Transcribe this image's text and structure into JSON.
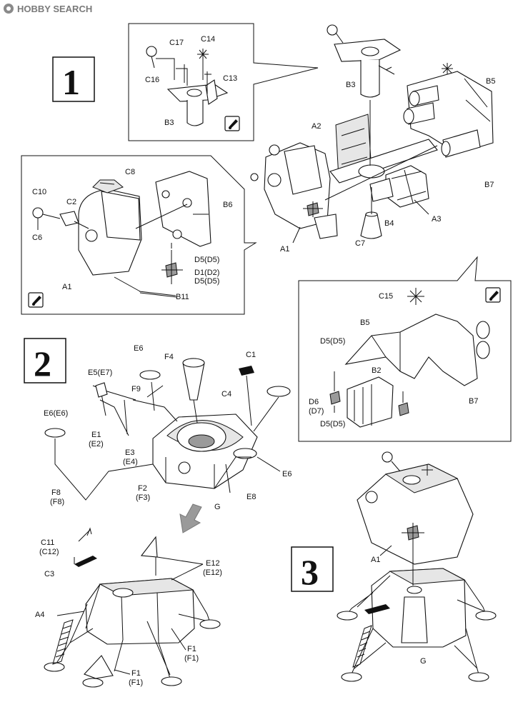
{
  "watermark": {
    "brand": "HOBBY SEARCH",
    "icon": "hobby-search-logo-icon"
  },
  "steps": [
    {
      "number": "1"
    },
    {
      "number": "2"
    },
    {
      "number": "3"
    }
  ],
  "labels": {
    "C17": "C17",
    "C14": "C14",
    "C16": "C16",
    "C13": "C13",
    "B3a": "B3",
    "B3b": "B3",
    "A2": "A2",
    "B5a": "B5",
    "B7a": "B7",
    "B4": "B4",
    "A3": "A3",
    "C7": "C7",
    "A1a": "A1",
    "C8": "C8",
    "C10": "C10",
    "C2": "C2",
    "C6": "C6",
    "B6": "B6",
    "A1b": "A1",
    "D5a": "D5(D5)",
    "D1": "D1(D2)",
    "D5b": "D5(D5)",
    "B11": "B11",
    "C15": "C15",
    "B5b": "B5",
    "D5c": "D5(D5)",
    "B2": "B2",
    "D6": "D6",
    "D7": "(D7)",
    "D5d": "D5(D5)",
    "B7b": "B7",
    "E6a": "E6",
    "C1": "C1",
    "F4": "F4",
    "E5": "E5(E7)",
    "F9": "F9",
    "C4": "C4",
    "E6b": "E6(E6)",
    "E1": "E1",
    "E2": "(E2)",
    "E3": "E3",
    "E4": "(E4)",
    "E6c": "E6",
    "F8": "F8",
    "F8b": "(F8)",
    "F2": "F2",
    "F3": "(F3)",
    "E8": "E8",
    "G1": "G",
    "C11": "C11",
    "C12": "(C12)",
    "C3": "C3",
    "E12": "E12",
    "E12b": "(E12)",
    "A4": "A4",
    "F1a": "F1",
    "F1a2": "(F1)",
    "F1b": "F1",
    "F1b2": "(F1)",
    "A1c": "A1",
    "G2": "G"
  },
  "icons": [
    "caution-icon",
    "caution-icon",
    "caution-icon",
    "arrow-down-icon"
  ]
}
